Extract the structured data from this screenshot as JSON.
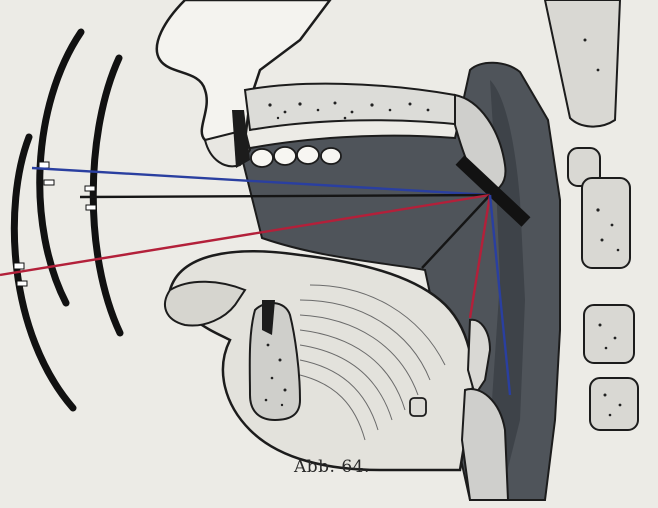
{
  "figure": {
    "caption": "Abb. 64.",
    "colors": {
      "paper": "#ecebe6",
      "cavity": "#4f545a",
      "cavity_dark": "#3a3f45",
      "tissue": "#d8d8d6",
      "outline": "#1c1c1c",
      "line_blue": "#2a3fa0",
      "line_red": "#b3203a",
      "line_black": "#151515"
    },
    "icons": [
      "sound-wave-arcs",
      "sagittal-head-section"
    ]
  }
}
